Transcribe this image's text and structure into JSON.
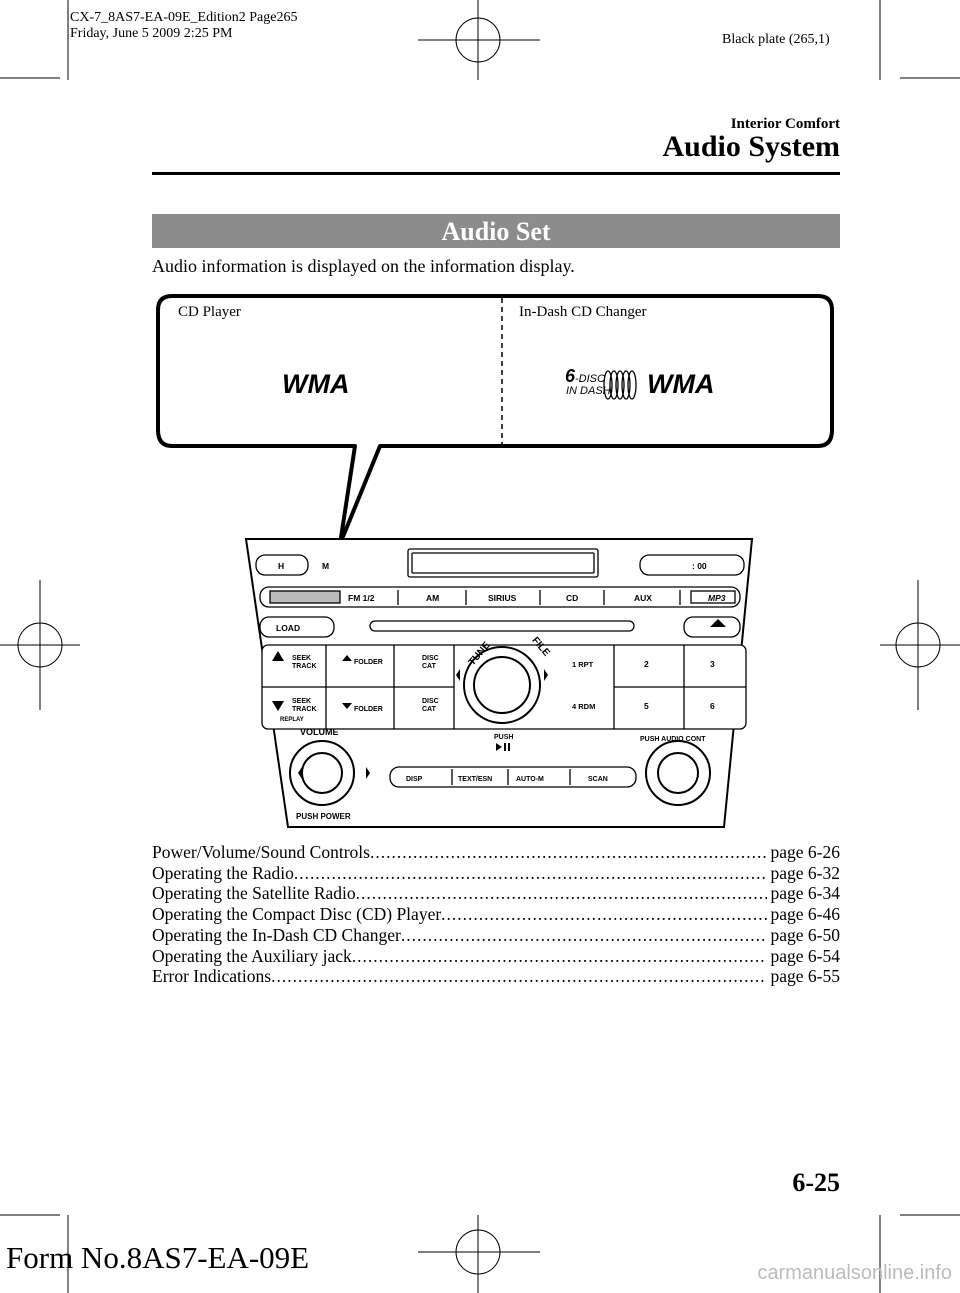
{
  "print_info": {
    "line1": "CX-7_8AS7-EA-09E_Edition2 Page265",
    "line2": "Friday, June 5 2009 2:25 PM",
    "plate": "Black plate (265,1)"
  },
  "header": {
    "section": "Interior Comfort",
    "title": "Audio System"
  },
  "banner": "Audio Set",
  "intro": "Audio information is displayed on the information display.",
  "display_callout": {
    "left_label": "CD Player",
    "right_label": "In-Dash CD Changer",
    "wma_logo": "WMA",
    "changer_logo_digit": "6",
    "changer_logo_line1": "-DISC",
    "changer_logo_line2": "IN DASH"
  },
  "unit": {
    "clock_h": "H",
    "clock_m": "M",
    "clock_00": ": 00",
    "bands": [
      "FM 1/2",
      "AM",
      "SIRIUS",
      "CD",
      "AUX"
    ],
    "mp3_logo": "MP3",
    "load": "LOAD",
    "seek_up_1": "SEEK",
    "seek_up_2": "TRACK",
    "seek_dn_1": "SEEK",
    "seek_dn_2": "TRACK",
    "replay": "REPLAY",
    "folder_up": "FOLDER",
    "folder_dn": "FOLDER",
    "disc_up_1": "DISC",
    "disc_up_2": "CAT",
    "disc_dn_1": "DISC",
    "disc_dn_2": "CAT",
    "tune": "TUNE",
    "file": "FILE",
    "preset1": "1  RPT",
    "preset2": "2",
    "preset3": "3",
    "preset4": "4  RDM",
    "preset5": "5",
    "preset6": "6",
    "push": "PUSH",
    "volume": "VOLUME",
    "push_power": "PUSH POWER",
    "audio_cont": "PUSH AUDIO CONT",
    "bottom_buttons": [
      "DISP",
      "TEXT/ESN",
      "AUTO-M",
      "SCAN"
    ]
  },
  "toc": [
    {
      "text": "Power/Volume/Sound Controls",
      "page": "page 6-26"
    },
    {
      "text": "Operating the Radio",
      "page": "page 6-32"
    },
    {
      "text": "Operating the Satellite Radio",
      "page": "page 6-34"
    },
    {
      "text": "Operating the Compact Disc (CD) Player",
      "page": "page 6-46"
    },
    {
      "text": "Operating the In-Dash CD Changer",
      "page": "page 6-50"
    },
    {
      "text": "Operating the Auxiliary jack",
      "page": "page 6-54"
    },
    {
      "text": "Error Indications",
      "page": "page 6-55"
    }
  ],
  "page_number": "6-25",
  "form_no": "Form No.8AS7-EA-09E",
  "watermark": "carmanualsonline.info"
}
